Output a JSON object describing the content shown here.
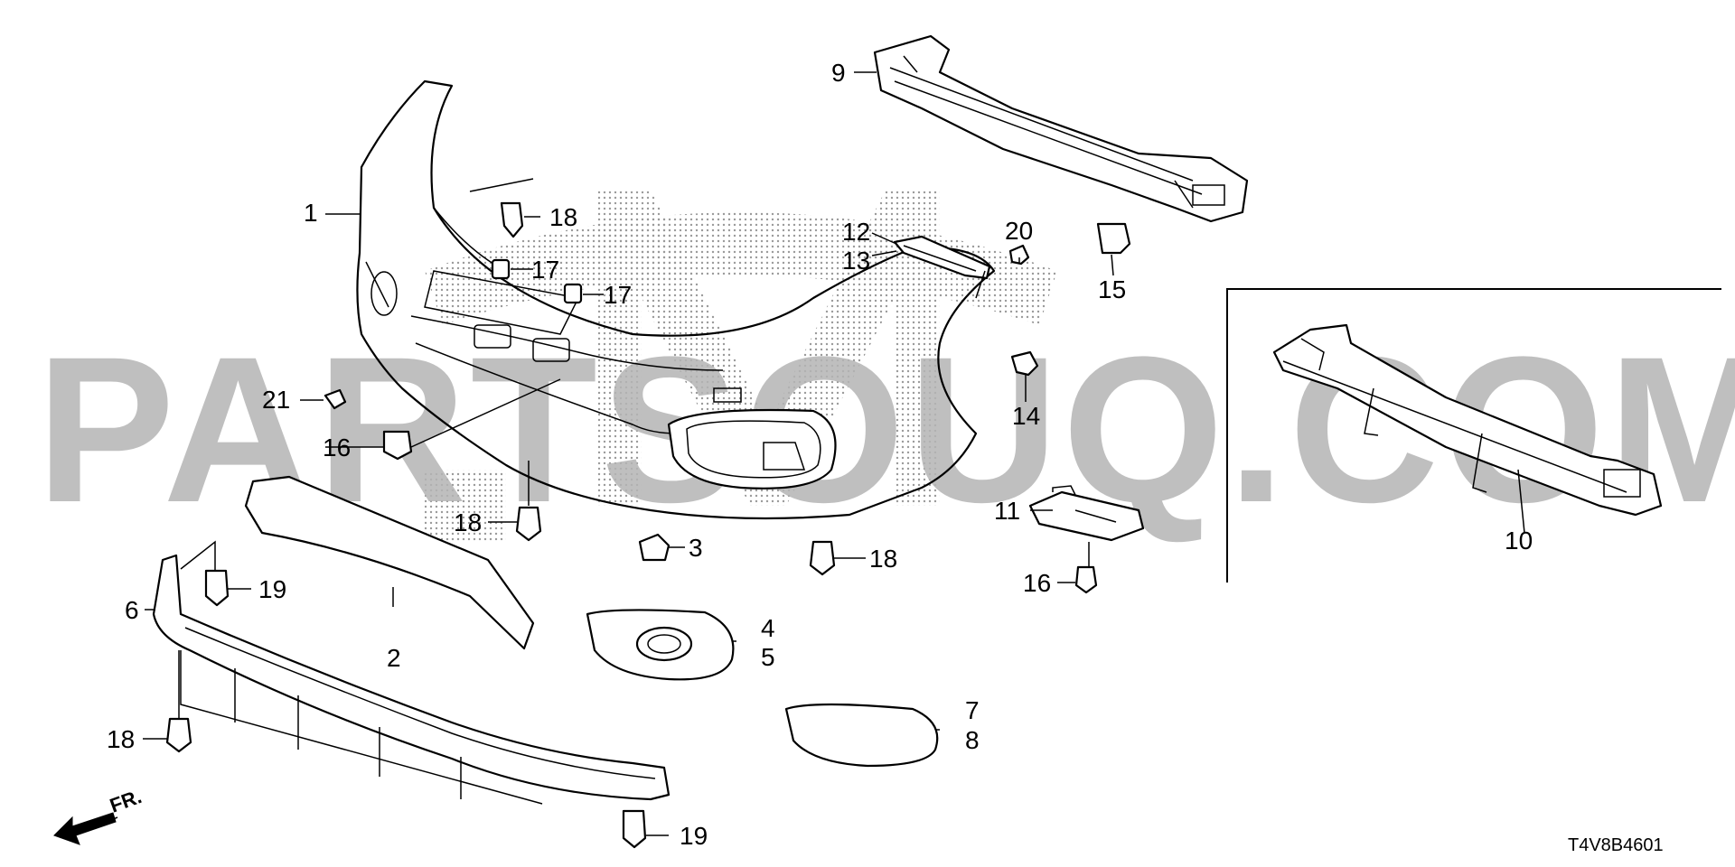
{
  "watermark": "PARTSOUQ.COM",
  "diagram_code": "T4V8B4601",
  "direction_label": "FR.",
  "callouts": [
    {
      "id": "c1",
      "text": "1"
    },
    {
      "id": "c2",
      "text": "2"
    },
    {
      "id": "c3",
      "text": "3"
    },
    {
      "id": "c4",
      "text": "4"
    },
    {
      "id": "c5",
      "text": "5"
    },
    {
      "id": "c6",
      "text": "6"
    },
    {
      "id": "c7",
      "text": "7"
    },
    {
      "id": "c8",
      "text": "8"
    },
    {
      "id": "c9",
      "text": "9"
    },
    {
      "id": "c10",
      "text": "10"
    },
    {
      "id": "c11",
      "text": "11"
    },
    {
      "id": "c12",
      "text": "12"
    },
    {
      "id": "c13",
      "text": "13"
    },
    {
      "id": "c14",
      "text": "14"
    },
    {
      "id": "c15",
      "text": "15"
    },
    {
      "id": "c16a",
      "text": "16"
    },
    {
      "id": "c16b",
      "text": "16"
    },
    {
      "id": "c17a",
      "text": "17"
    },
    {
      "id": "c17b",
      "text": "17"
    },
    {
      "id": "c18a",
      "text": "18"
    },
    {
      "id": "c18b",
      "text": "18"
    },
    {
      "id": "c18c",
      "text": "18"
    },
    {
      "id": "c18d",
      "text": "18"
    },
    {
      "id": "c19a",
      "text": "19"
    },
    {
      "id": "c19b",
      "text": "19"
    },
    {
      "id": "c20",
      "text": "20"
    },
    {
      "id": "c21",
      "text": "21"
    }
  ]
}
